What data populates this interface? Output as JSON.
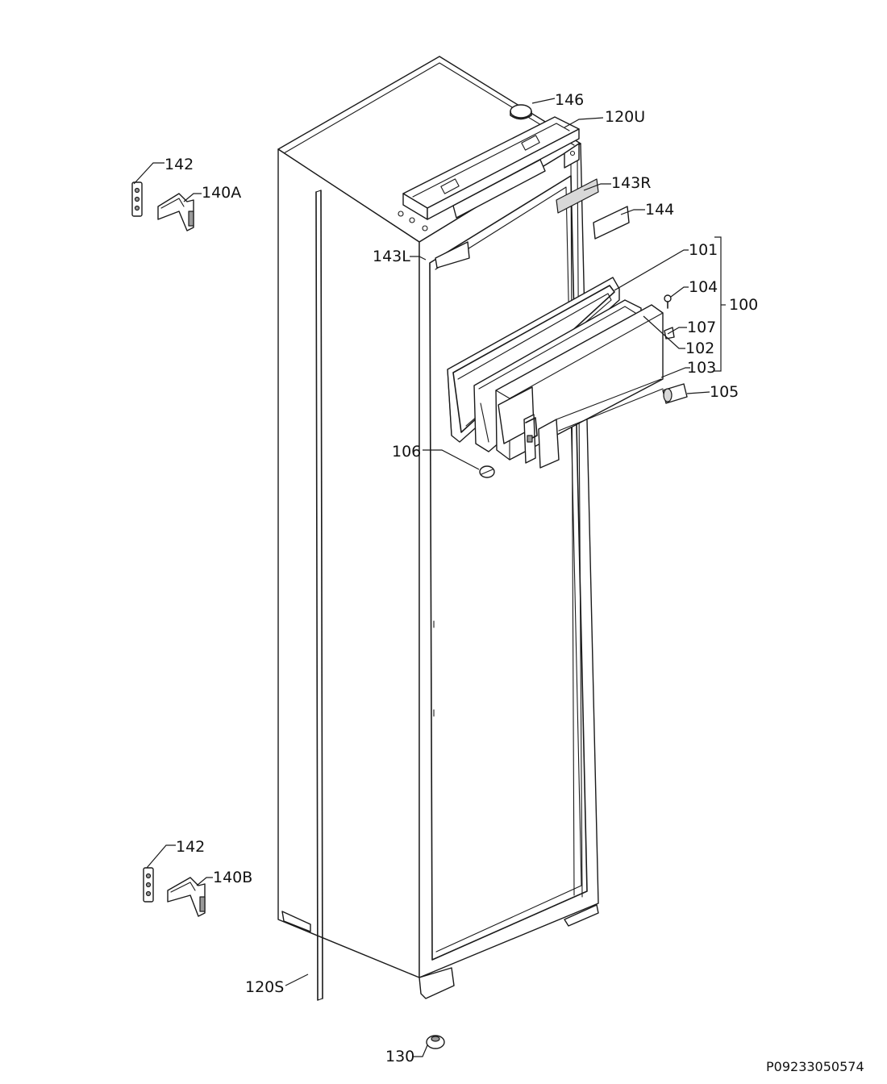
{
  "labels": {
    "l146": "146",
    "l120U": "120U",
    "l142_top": "142",
    "l140A": "140A",
    "l143R": "143R",
    "l144": "144",
    "l143L": "143L",
    "l101": "101",
    "l104": "104",
    "l100": "100",
    "l107": "107",
    "l102": "102",
    "l103": "103",
    "l105": "105",
    "l106": "106",
    "l142_bottom": "142",
    "l140B": "140B",
    "l120S": "120S",
    "l130": "130"
  },
  "drawing_code": "P09233050574"
}
